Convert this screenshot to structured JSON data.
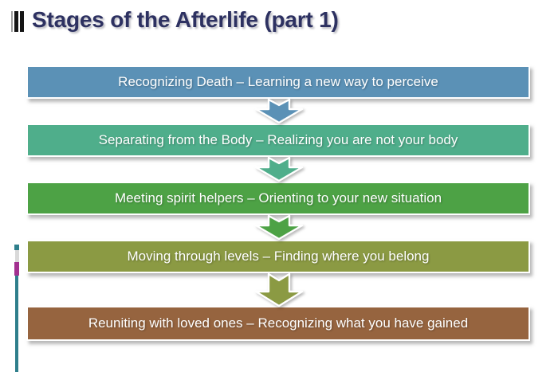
{
  "slide": {
    "background": "#FFFFFF",
    "title": "Stages of the Afterlife (part 1)",
    "title_color": "#2D3161"
  },
  "stages": [
    {
      "label": "Recognizing Death – Learning a new way to perceive",
      "color": "#5B91B6"
    },
    {
      "label": "Separating from the Body – Realizing you are not your body",
      "color": "#4FAE8B"
    },
    {
      "label": "Meeting spirit helpers – Orienting to your new situation",
      "color": "#4DA245"
    },
    {
      "label": "Moving through levels – Finding where you belong",
      "color": "#8B9A43"
    },
    {
      "label": "Reuniting with loved ones – Recognizing what you have gained",
      "color": "#96643F"
    }
  ],
  "connectors": {
    "shape": "down-arrow",
    "outline": "#FFFFFF"
  },
  "decorations": {
    "title_bars_icon": {
      "colors": [
        "#9E9E9E",
        "#151515",
        "#151515"
      ]
    },
    "left_accent": {
      "teal_square": "#2F7F8C",
      "gray_segment": "#D9D9D9",
      "magenta_segment": "#A2308F",
      "teal_line": "#2F7F8C"
    }
  }
}
